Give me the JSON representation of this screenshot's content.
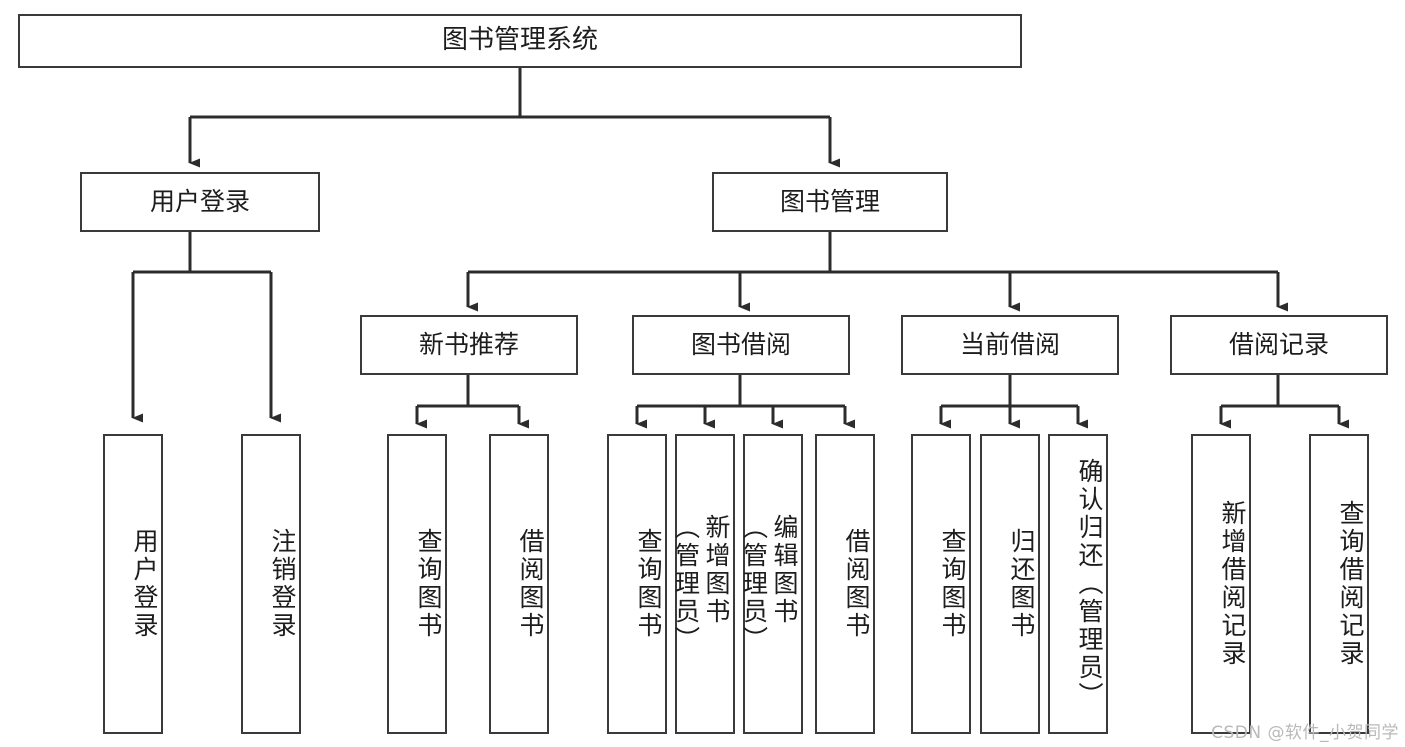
{
  "diagram": {
    "title": "图书管理系统",
    "type": "tree-hierarchy-chart",
    "orientation": "top-down",
    "line_color": "#3a3a3a",
    "box_fill": "#ffffff",
    "text_color": "#1d1d1d",
    "watermark": "CSDN @软件_小贺同学"
  },
  "nodes": {
    "root": {
      "label": "图书管理系统"
    },
    "level2": [
      {
        "id": "user-login",
        "label": "用户登录"
      },
      {
        "id": "book-manage",
        "label": "图书管理"
      }
    ],
    "level3": [
      {
        "id": "new-book-rec",
        "label": "新书推荐"
      },
      {
        "id": "book-borrow",
        "label": "图书借阅"
      },
      {
        "id": "current-borrow",
        "label": "当前借阅"
      },
      {
        "id": "borrow-record",
        "label": "借阅记录"
      }
    ],
    "leaves": [
      {
        "id": "leaf-user-login",
        "label": "用户登录",
        "parent": "user-login"
      },
      {
        "id": "leaf-logout",
        "label": "注销登录",
        "parent": "user-login"
      },
      {
        "id": "leaf-query-book-1",
        "label": "查询图书",
        "parent": "new-book-rec"
      },
      {
        "id": "leaf-borrow-book-1",
        "label": "借阅图书",
        "parent": "new-book-rec"
      },
      {
        "id": "leaf-query-book-2",
        "label": "查询图书",
        "parent": "book-borrow"
      },
      {
        "id": "leaf-add-book",
        "label": "新增图书\n（管理员）",
        "parent": "book-borrow"
      },
      {
        "id": "leaf-edit-book",
        "label": "编辑图书\n（管理员）",
        "parent": "book-borrow"
      },
      {
        "id": "leaf-borrow-book-2",
        "label": "借阅图书",
        "parent": "book-borrow"
      },
      {
        "id": "leaf-query-book-3",
        "label": "查询图书",
        "parent": "current-borrow"
      },
      {
        "id": "leaf-return-book",
        "label": "归还图书",
        "parent": "current-borrow"
      },
      {
        "id": "leaf-confirm-return",
        "label": "确认归还（管理员）",
        "parent": "current-borrow"
      },
      {
        "id": "leaf-add-record",
        "label": "新增借阅记录",
        "parent": "borrow-record"
      },
      {
        "id": "leaf-query-record",
        "label": "查询借阅记录",
        "parent": "borrow-record"
      }
    ]
  }
}
